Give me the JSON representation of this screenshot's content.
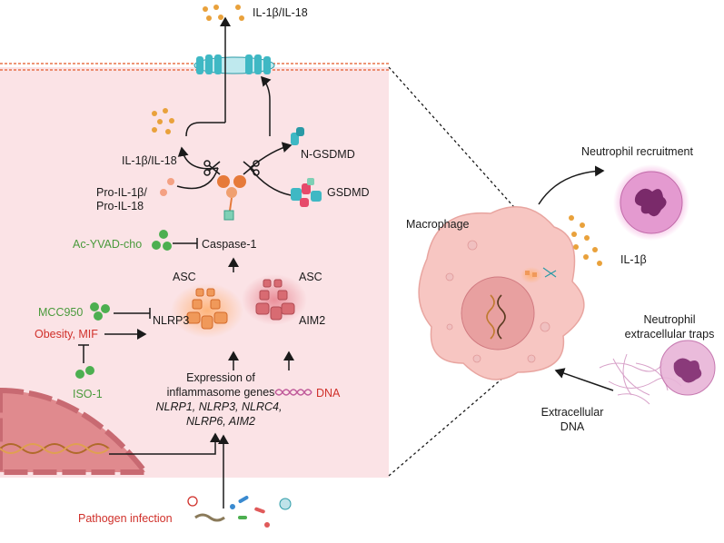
{
  "labels": {
    "il1b_il18_top": "IL-1β/IL-18",
    "il1b_il18_mid": "IL-1β/IL-18",
    "n_gsdmd": "N-GSDMD",
    "gsdmd": "GSDMD",
    "pro_il1b": "Pro-IL-1β/",
    "pro_il18": "Pro-IL-18",
    "ac_yvad_cho": "Ac-YVAD-cho",
    "caspase1": "Caspase-1",
    "asc_left": "ASC",
    "asc_right": "ASC",
    "mcc950": "MCC950",
    "obesity": "Obesity, MIF",
    "nlrp3": "NLRP3",
    "aim2": "AIM2",
    "iso1": "ISO-1",
    "expression_line1": "Expression of",
    "expression_line2": "inflammasome genes",
    "genes_line1": "NLRP1, NLRP3, NLRC4,",
    "genes_line2": "NLRP6, AIM2",
    "dna": "DNA",
    "pathogen": "Pathogen infection",
    "neutrophil_recruitment": "Neutrophil recruitment",
    "macrophage": "Macrophage",
    "il1b_right": "IL-1β",
    "net_line1": "Neutrophil",
    "net_line2": "extracellular traps",
    "ext_dna_line1": "Extracellular",
    "ext_dna_line2": "DNA"
  },
  "colors": {
    "cell_bg": "#fbe3e6",
    "membrane": "#e8734a",
    "inhibitor_green": "#4a9a3c",
    "stimulus_red": "#d0302a",
    "il_dots": "#e9a13b",
    "channel": "#3fb8c4",
    "macrophage": "#f7c6c2",
    "neutrophil": "#d77fb8"
  }
}
